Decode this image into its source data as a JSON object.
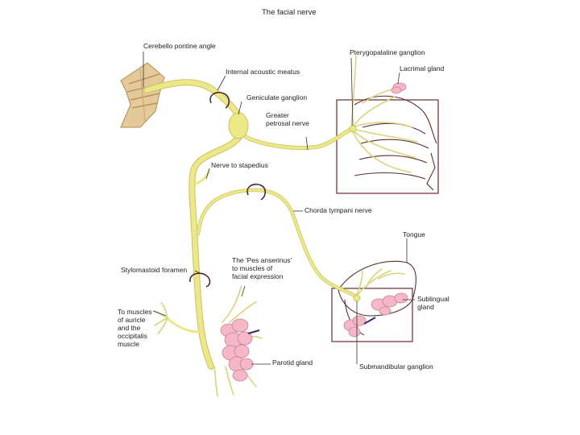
{
  "title": "The facial nerve",
  "labels": {
    "cerebellopontine_angle": "Cerebello pontine angle",
    "internal_acoustic_meatus": "Internal acoustic meatus",
    "geniculate_ganglion": "Geniculate ganglion",
    "greater_petrosal_line1": "Greater",
    "greater_petrosal_line2": "petrosal nerve",
    "pterygopalatine_ganglion": "Pterygopalatine ganglion",
    "lacrimal_gland": "Lacrimal gland",
    "nerve_to_stapedius": "Nerve to stapedius",
    "chorda_tympani": "Chorda tympani nerve",
    "tongue": "Tongue",
    "stylomastoid_foramen": "Stylomastoid foramen",
    "pes_line1": "The 'Pes anserinus'",
    "pes_line2": "to muscles of",
    "pes_line3": "facial expression",
    "muscles_line1": "To muscles",
    "muscles_line2": "of auricle",
    "muscles_line3": "and the",
    "muscles_line4": "occipitalis",
    "muscles_line5": "muscle",
    "sublingual_line1": "Sublingual",
    "sublingual_line2": "gland",
    "parotid_gland": "Parotid gland",
    "submandibular_ganglion": "Submandibular ganglion"
  },
  "colors": {
    "nerve": "#ece88a",
    "gland": "#f4b8c8",
    "outline": "#6b2b2b",
    "bone": "#e4c99a"
  }
}
